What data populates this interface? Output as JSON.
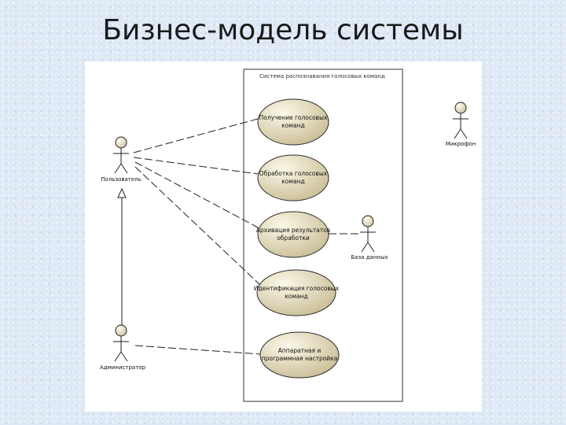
{
  "slide": {
    "title": "Бизнес-модель системы"
  },
  "diagram": {
    "system_boundary_label": "Система распознавания голосовых команд",
    "actors": {
      "user": "Пользователь",
      "admin": "Администратор",
      "microphone": "Микрофон",
      "database": "База данных"
    },
    "use_cases": {
      "uc1": [
        "Получение голосовых",
        "команд"
      ],
      "uc2": [
        "Обработка голосовых",
        "команд"
      ],
      "uc3": [
        "Архивация результатов",
        "обработки"
      ],
      "uc4": [
        "Идентификация голосовых",
        "команд"
      ],
      "uc5": [
        "Аппаратная и",
        "программная настройка"
      ]
    },
    "colors": {
      "ellipse_fill_light": "#fbf8e8",
      "ellipse_fill_dark": "#cbbf98",
      "ellipse_stroke": "#2a2a2a",
      "line": "#222222"
    }
  }
}
